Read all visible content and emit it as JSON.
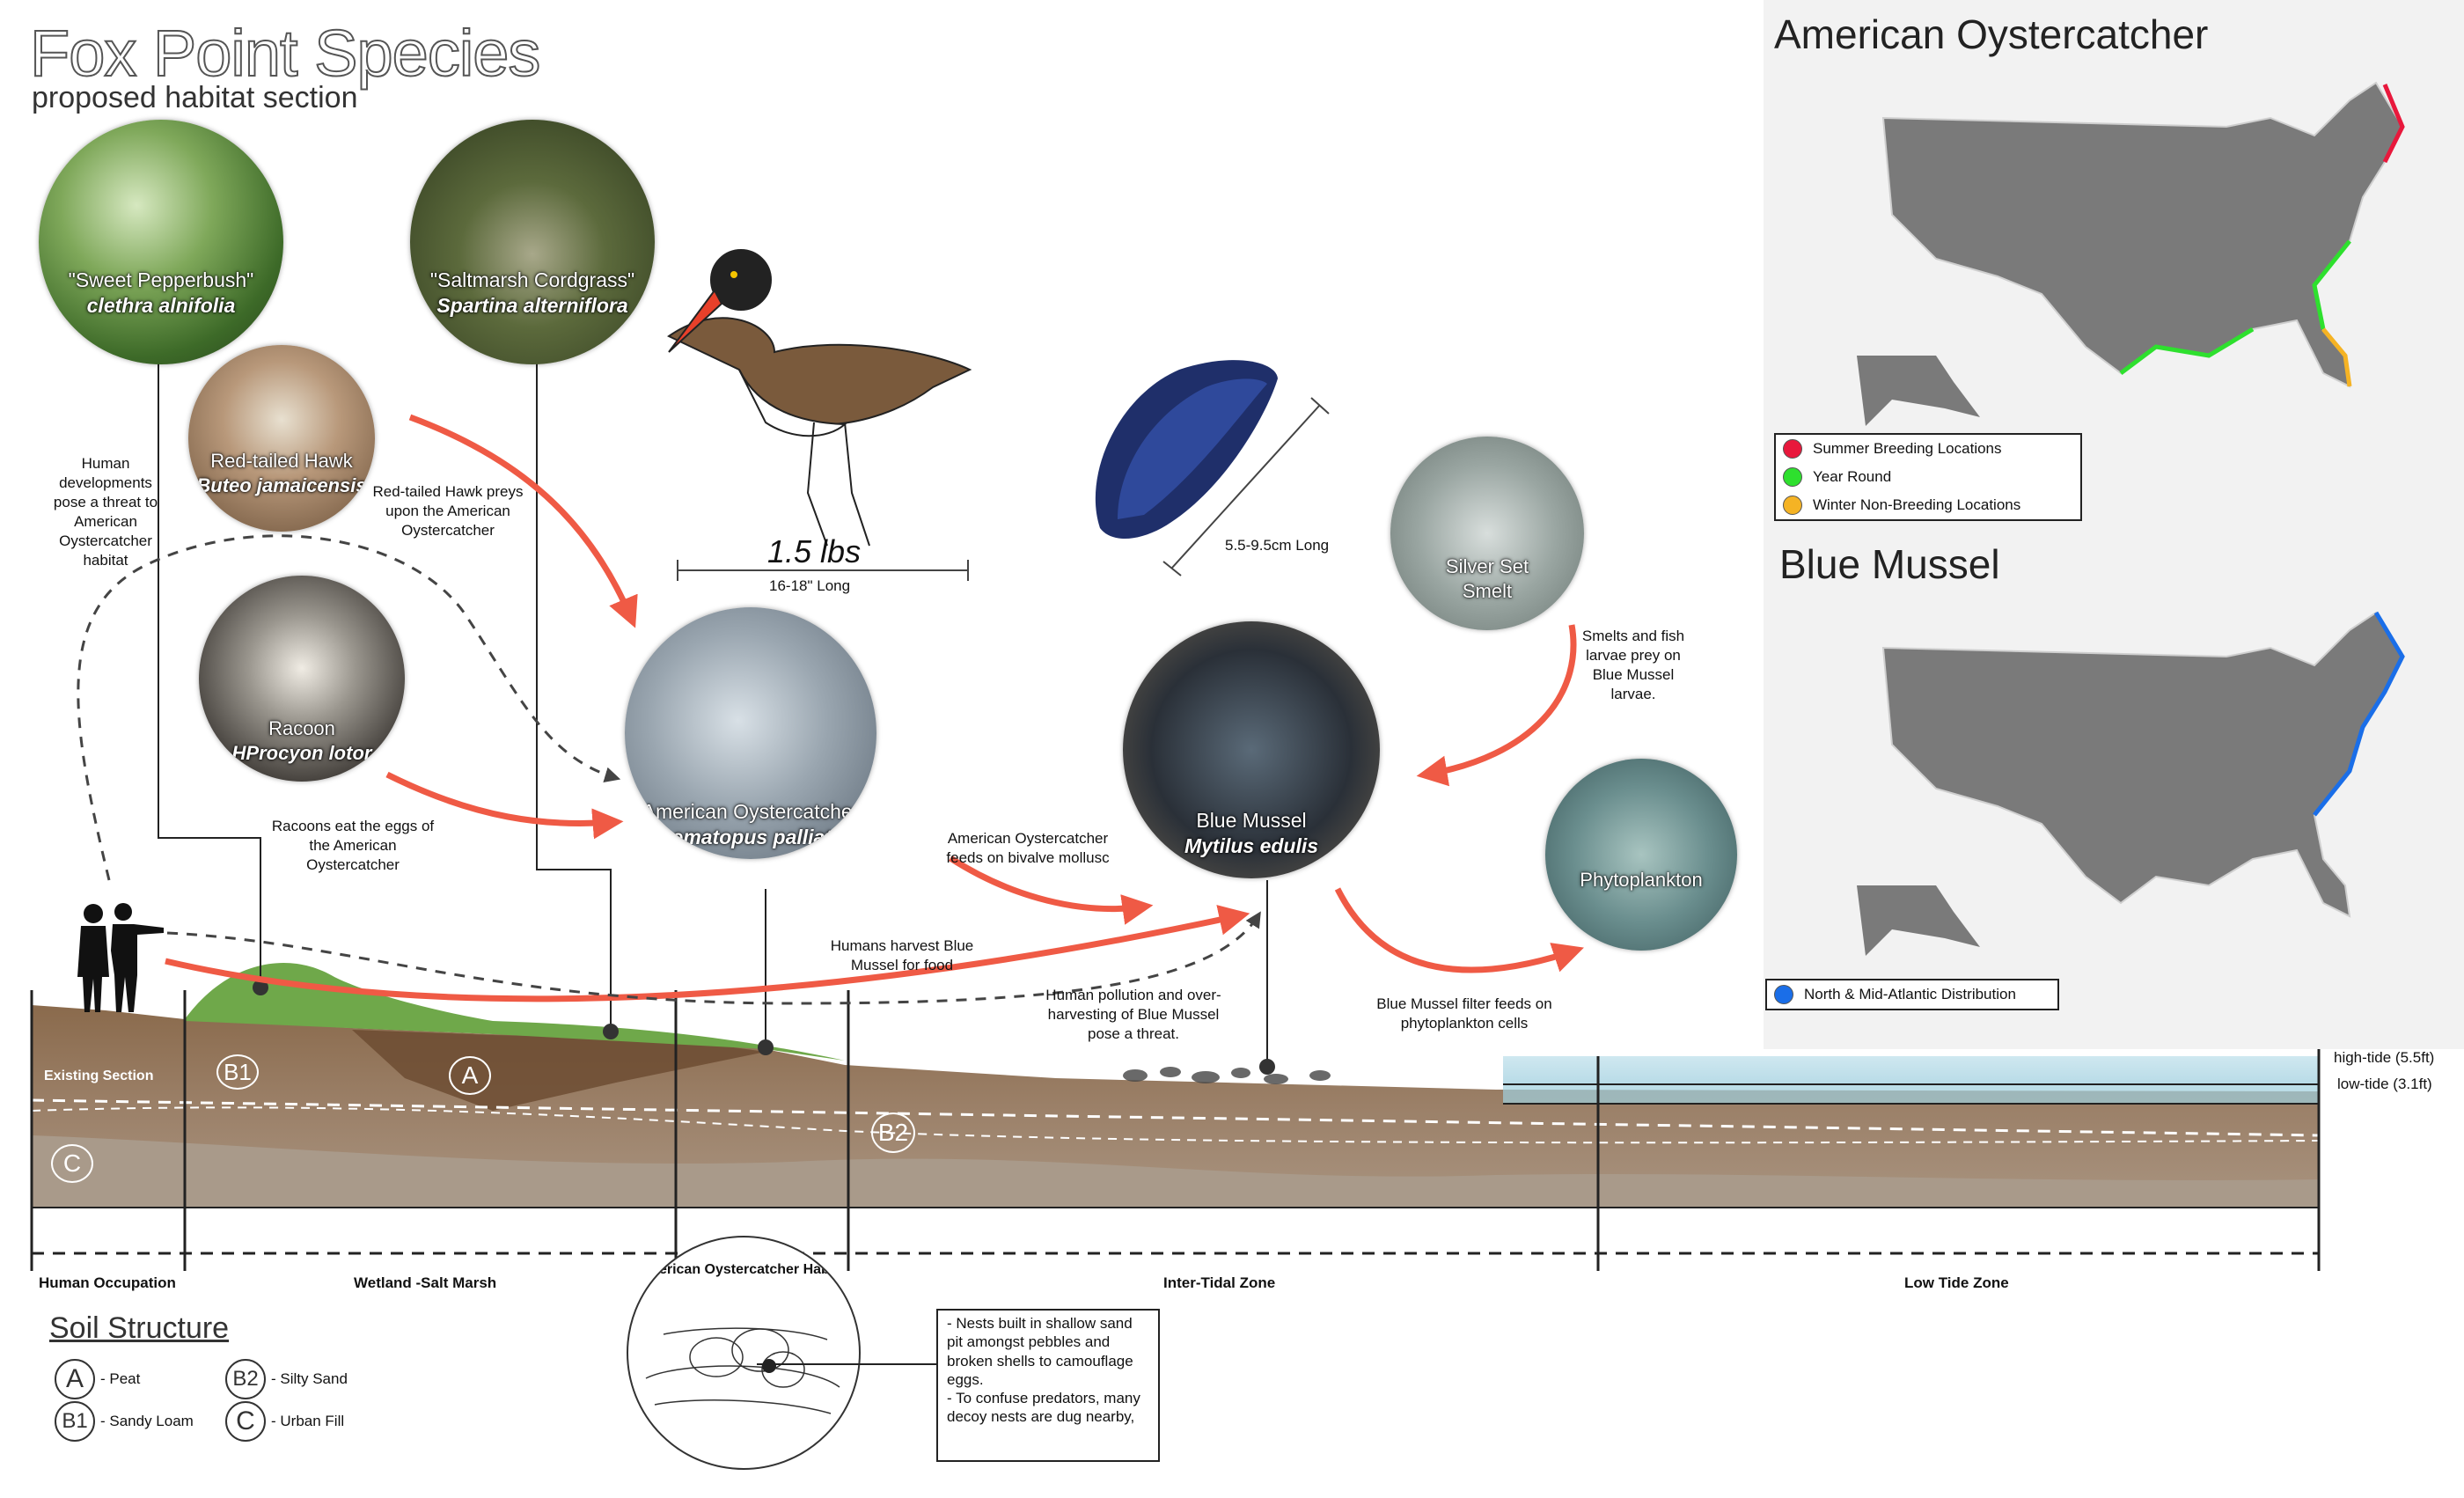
{
  "title": "Fox Point Species",
  "subtitle": "proposed habitat section",
  "species": {
    "pepperbush": {
      "common": "\"Sweet Pepperbush\"",
      "latin": "clethra alnifolia"
    },
    "cordgrass": {
      "common": "\"Saltmarsh Cordgrass\"",
      "latin": "Spartina alterniflora"
    },
    "hawk": {
      "common": "Red-tailed Hawk",
      "latin": "Buteo jamaicensis"
    },
    "racoon": {
      "common": "Racoon",
      "latin": "HProcyon lotor"
    },
    "oystercatcher": {
      "common": "American Oystercatcher",
      "latin": "Haematopus palliatus"
    },
    "mussel": {
      "common": "Blue Mussel",
      "latin": "Mytilus edulis"
    },
    "smelt": {
      "common": "Silver Set Smelt"
    },
    "phytoplankton": {
      "common": "Phytoplankton"
    }
  },
  "annotations": {
    "bird_weight": "1.5 lbs",
    "bird_length": "16-18\" Long",
    "mussel_length": "5.5-9.5cm Long",
    "human_threat": "Human developments pose a threat to American Oystercatcher habitat",
    "hawk_preys": "Red-tailed Hawk preys upon the American Oystercatcher",
    "racoon_eggs": "Racoons eat the eggs of the American Oystercatcher",
    "oyster_feeds": "American Oystercatcher feeds on bivalve mollusc",
    "humans_harvest": "Humans harvest Blue Mussel for food",
    "human_pollution": "Human pollution and over-harvesting of Blue Mussel pose a threat.",
    "smelt_prey": "Smelts and fish larvae prey on Blue Mussel larvae.",
    "mussel_filter": "Blue Mussel filter feeds on phytoplankton cells",
    "existing_section": "Existing Section",
    "high_tide": "high-tide (5.5ft)",
    "low_tide": "low-tide (3.1ft)"
  },
  "section_labels": {
    "a": "A",
    "b1": "B1",
    "b2": "B2",
    "c": "C"
  },
  "zones": [
    "Human Occupation",
    "Wetland -Salt Marsh",
    "Inter-Tidal Zone",
    "Low Tide Zone"
  ],
  "soil": {
    "title": "Soil Structure",
    "items": [
      {
        "letter": "A",
        "label": "- Peat"
      },
      {
        "letter": "B2",
        "label": "- Silty Sand"
      },
      {
        "letter": "B1",
        "label": "- Sandy Loam"
      },
      {
        "letter": "C",
        "label": "- Urban Fill"
      }
    ]
  },
  "nest": {
    "title": "American Oystercatcher Habitat",
    "text": "- Nests built in shallow sand pit amongst pebbles and broken shells to camouflage eggs.\n- To confuse predators, many decoy nests are dug nearby,"
  },
  "maps": {
    "oystercatcher": {
      "title": "American Oystercatcher",
      "legend": [
        {
          "label": "Summer Breeding Locations",
          "color": "#e8183c"
        },
        {
          "label": "Year Round",
          "color": "#2ee02e"
        },
        {
          "label": "Winter Non-Breeding Locations",
          "color": "#f5b324"
        }
      ]
    },
    "mussel": {
      "title": "Blue Mussel",
      "legend": [
        {
          "label": "North & Mid-Atlantic Distribution",
          "color": "#1a6ee8"
        }
      ]
    }
  },
  "colors": {
    "arrow": "#ef5a45",
    "map_fill": "#7a7a7a",
    "map_bg": "#f2f2f2"
  }
}
